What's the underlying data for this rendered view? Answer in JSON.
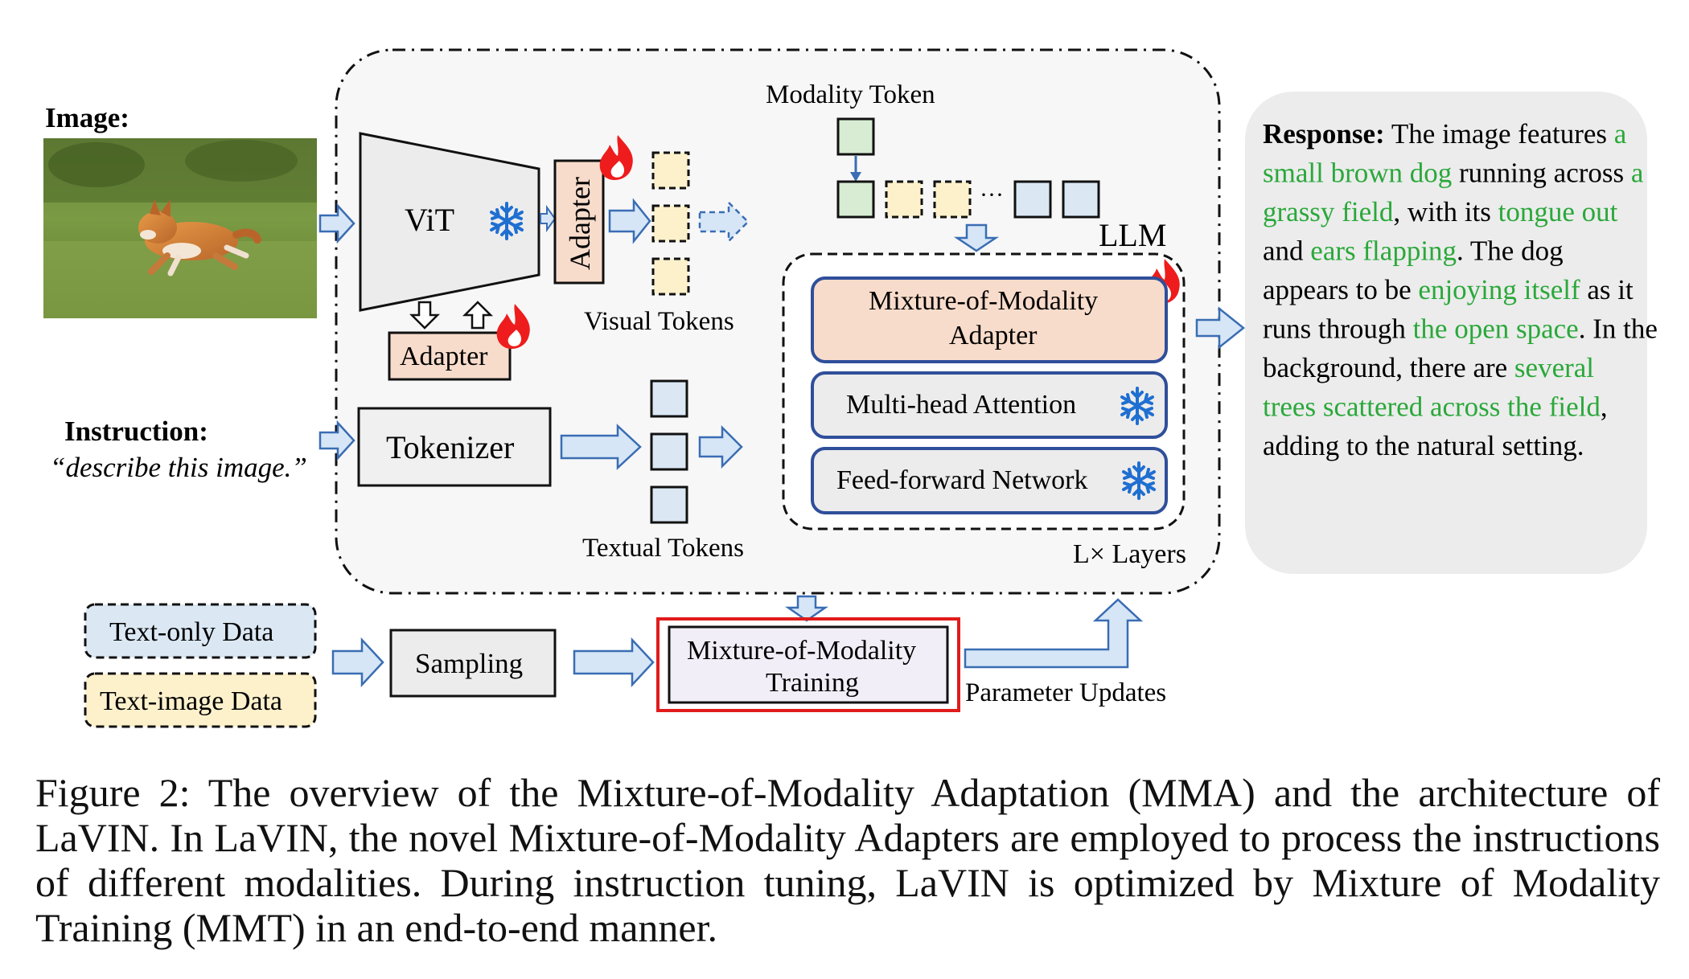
{
  "image_section": {
    "label": "Image:"
  },
  "instruction_section": {
    "label": "Instruction:",
    "text": "“describe this image.”"
  },
  "vit": {
    "label": "ViT"
  },
  "adapters": {
    "vit_side": "Adapter",
    "vit_bottom": "Adapter"
  },
  "tokens": {
    "visual_label": "Visual Tokens",
    "textual_label": "Textual Tokens",
    "modality_label": "Modality Token",
    "ellipsis": "···"
  },
  "tokenizer": {
    "label": "Tokenizer"
  },
  "llm": {
    "label": "LLM",
    "mma_line1": "Mixture-of-Modality",
    "mma_line2": "Adapter",
    "mha": "Multi-head Attention",
    "ffn": "Feed-forward Network",
    "layers": "L× Layers"
  },
  "response": {
    "segments": [
      {
        "text": "Response:",
        "style": "bold"
      },
      {
        "text": " The image features ",
        "style": "plain"
      },
      {
        "text": "a small brown dog",
        "style": "green"
      },
      {
        "text": " running across ",
        "style": "plain"
      },
      {
        "text": "a grassy field",
        "style": "green"
      },
      {
        "text": ", with its ",
        "style": "plain"
      },
      {
        "text": "tongue out",
        "style": "green"
      },
      {
        "text": " and ",
        "style": "plain"
      },
      {
        "text": "ears flapping",
        "style": "green"
      },
      {
        "text": ". The dog appears to be ",
        "style": "plain"
      },
      {
        "text": "enjoying itself",
        "style": "green"
      },
      {
        "text": " as it runs through ",
        "style": "plain"
      },
      {
        "text": "the open space",
        "style": "green"
      },
      {
        "text": ". In the background, there are ",
        "style": "plain"
      },
      {
        "text": "several trees scattered across the field",
        "style": "green"
      },
      {
        "text": ", adding to the natural setting.",
        "style": "plain"
      }
    ]
  },
  "training": {
    "text_only": "Text-only Data",
    "text_image": "Text-image Data",
    "sampling": "Sampling",
    "mmt_line1": "Mixture-of-Modality",
    "mmt_line2": "Training",
    "param_updates": "Parameter Updates"
  },
  "caption": "Figure 2: The overview of the Mixture-of-Modality Adaptation (MMA) and the architecture of LaVIN. In LaVIN, the novel Mixture-of-Modality Adapters are employed to process the instructions of different modalities. During instruction tuning, LaVIN is optimized by Mixture of Modality Training (MMT) in an end-to-end manner.",
  "colors": {
    "green_text": "#2aa83a",
    "adapter_fill": "#f8dccb",
    "visual_token_fill": "#fdf1cc",
    "textual_token_fill": "#dbe8f4",
    "modality_token_fill": "#d7ecd2",
    "arrow_fill": "#d6e6f6",
    "arrow_stroke": "#3a6db3",
    "box_stroke": "#2f4f9a",
    "flame": "#ee1c1c",
    "snowflake": "#1f6fd1",
    "response_bg": "#ececec",
    "mmt_border": "#e11b1b"
  },
  "icons": [
    "snowflake-icon",
    "flame-icon",
    "dog-photo"
  ]
}
